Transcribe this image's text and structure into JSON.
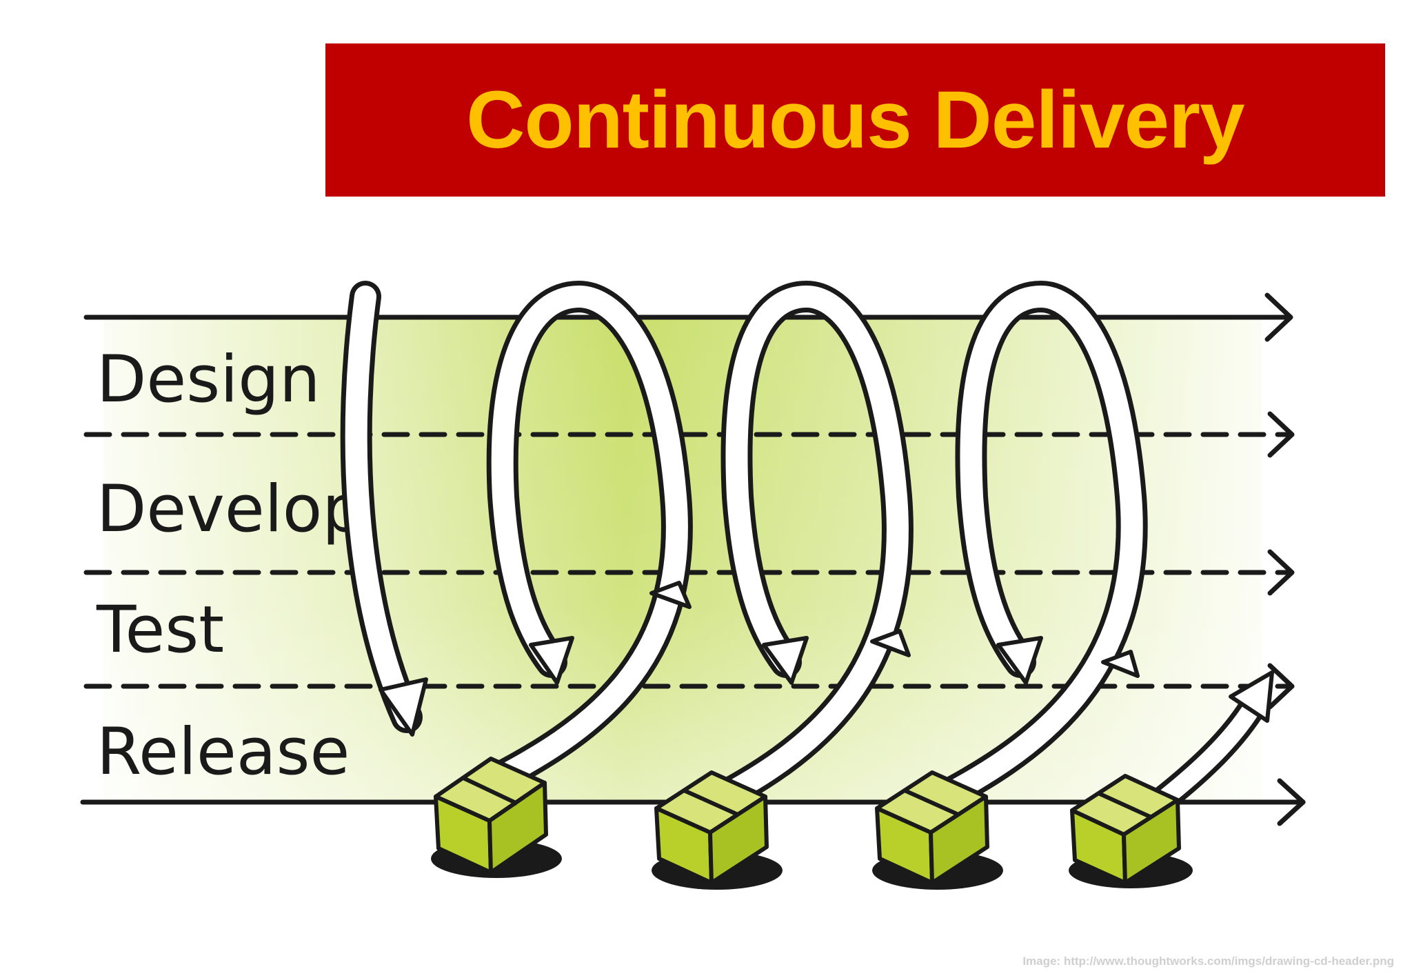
{
  "title": "Continuous Delivery",
  "stages": [
    "Design",
    "Develop",
    "Test",
    "Release"
  ],
  "caption": "Image: http://www.thoughtworks.com/imgs/drawing-cd-header.png",
  "colors": {
    "banner": "#c00000",
    "title_text": "#ffc000",
    "band_green": "#b7d43a",
    "package_green": "#c3d62e",
    "ink": "#1a1a1a"
  },
  "icons": [
    "arrow-loop",
    "package-box",
    "arrow-right"
  ]
}
